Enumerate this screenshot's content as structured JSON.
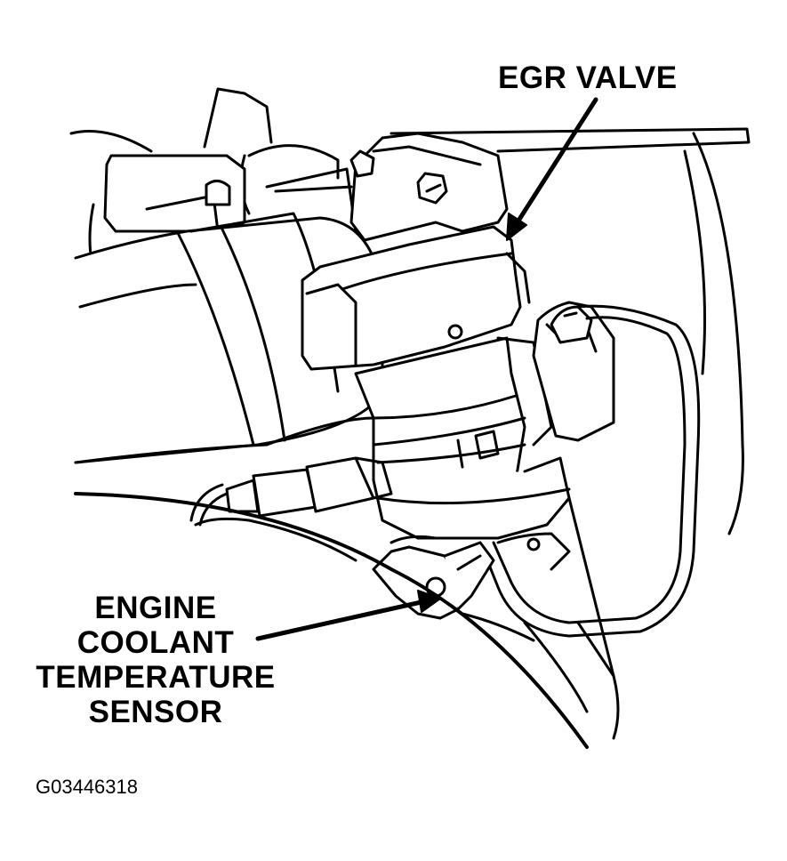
{
  "labels": {
    "egr_valve": "EGR VALVE",
    "ect_sensor": [
      "ENGINE",
      "COOLANT",
      "TEMPERATURE",
      "SENSOR"
    ]
  },
  "figure_id": "G03446318",
  "colors": {
    "line": "#000000",
    "background": "#ffffff"
  }
}
